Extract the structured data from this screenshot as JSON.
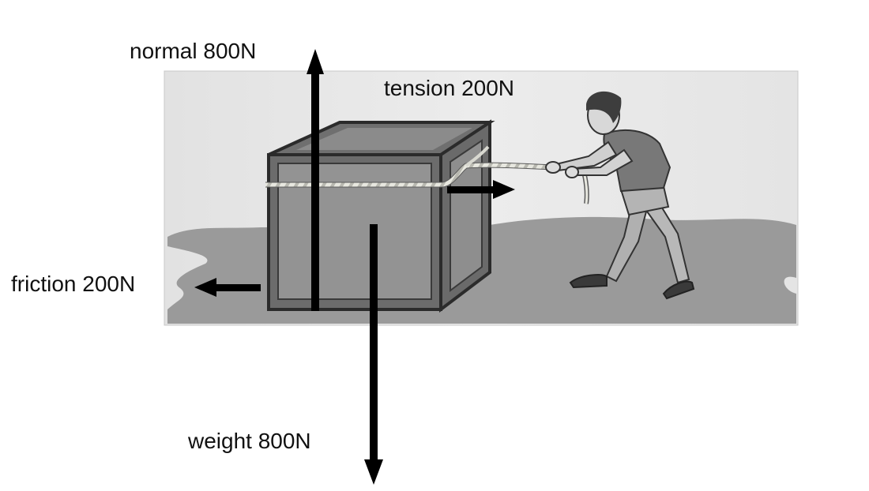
{
  "diagram": {
    "forces": [
      {
        "id": "normal",
        "label": "normal 800N"
      },
      {
        "id": "tension",
        "label": "tension 200N"
      },
      {
        "id": "friction",
        "label": "friction 200N"
      },
      {
        "id": "weight",
        "label": "weight 800N"
      }
    ]
  }
}
